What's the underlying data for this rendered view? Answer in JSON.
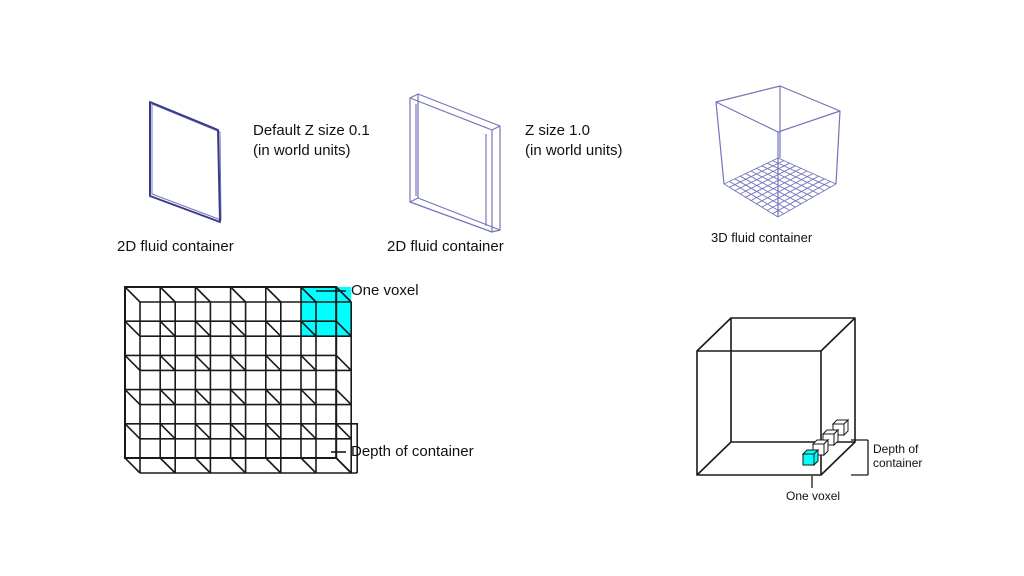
{
  "colors": {
    "voxel": "#00ffff",
    "thin_frame": "#3a3a8a",
    "light_frame": "#7474bb",
    "grid_line": "#1a1a1a"
  },
  "panels": {
    "thin_plane": {
      "caption": "2D fluid container",
      "note_line1": "Default Z size 0.1",
      "note_line2": "(in world units)"
    },
    "thick_plane": {
      "caption": "2D fluid container",
      "note_line1": "Z size 1.0",
      "note_line2": "(in world units)"
    },
    "cube": {
      "caption": "3D fluid container"
    },
    "grid_2d": {
      "voxel_label": "One voxel",
      "depth_label": "Depth of container"
    },
    "grid_3d": {
      "voxel_label": "One voxel",
      "depth_label_line1": "Depth of",
      "depth_label_line2": "container"
    }
  }
}
